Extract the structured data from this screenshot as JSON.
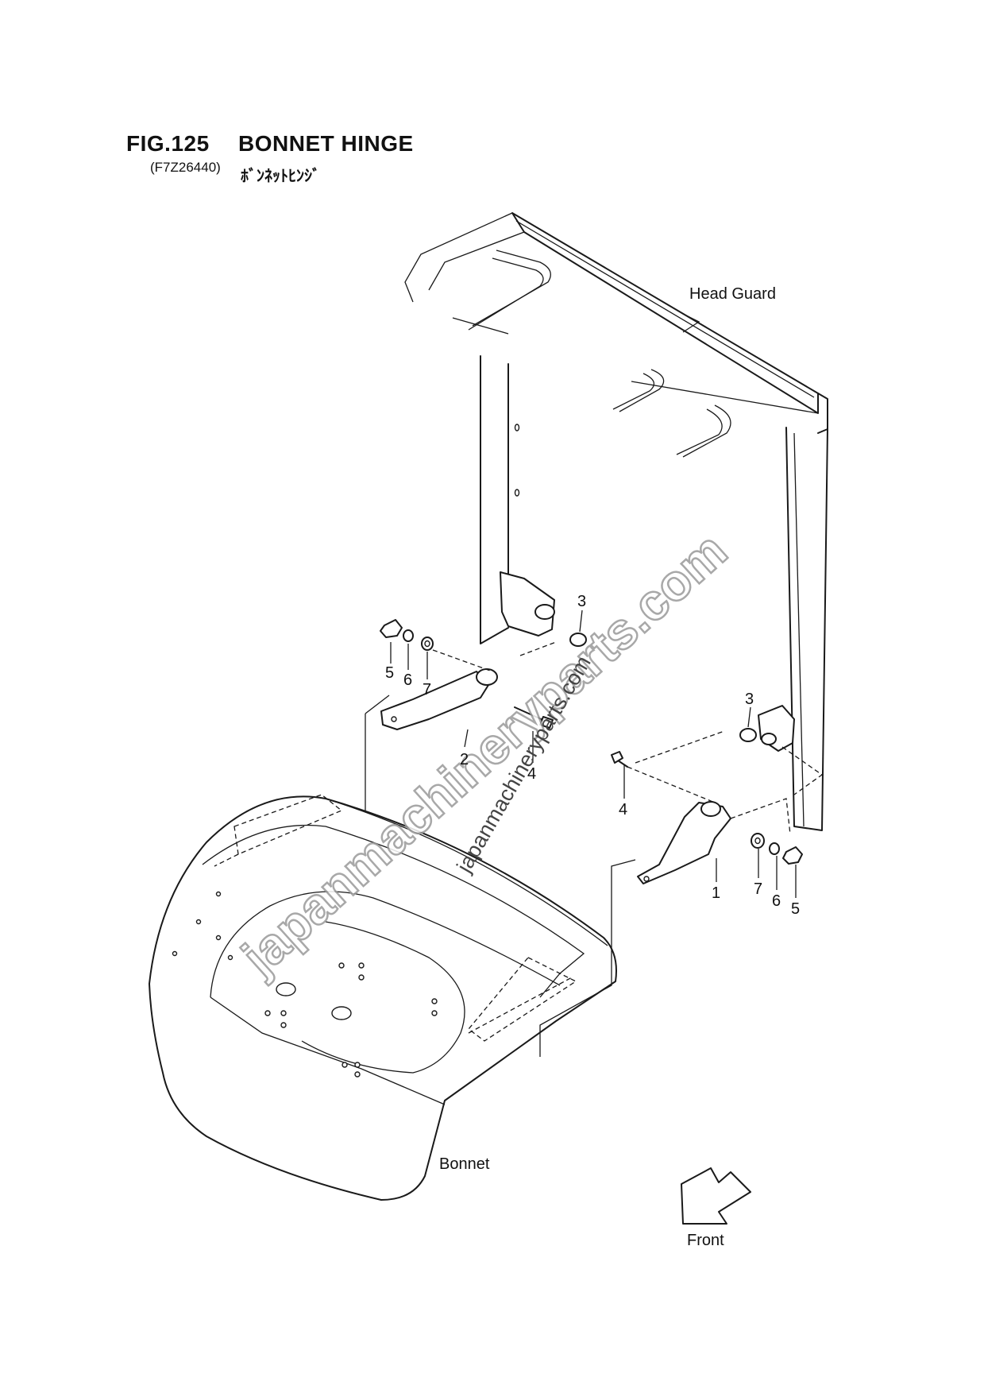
{
  "header": {
    "figure_number": "FIG.125",
    "title": "BONNET HINGE",
    "drawing_code": "(F7Z26440)",
    "title_jp": "ﾎﾞﾝﾈｯﾄﾋﾝｼﾞ"
  },
  "labels": {
    "head_guard": "Head Guard",
    "bonnet": "Bonnet",
    "front": "Front"
  },
  "callouts": {
    "c3_left": "3",
    "c5_left": "5",
    "c6_left": "6",
    "c7_left": "7",
    "c4_left": "4",
    "c2": "2",
    "c3_right": "3",
    "c4_right": "4",
    "c1": "1",
    "c7_right": "7",
    "c6_right": "6",
    "c5_right": "5"
  },
  "watermark": {
    "large": "japanmachineryparts.com",
    "small": "japanmachineryparts.com"
  }
}
